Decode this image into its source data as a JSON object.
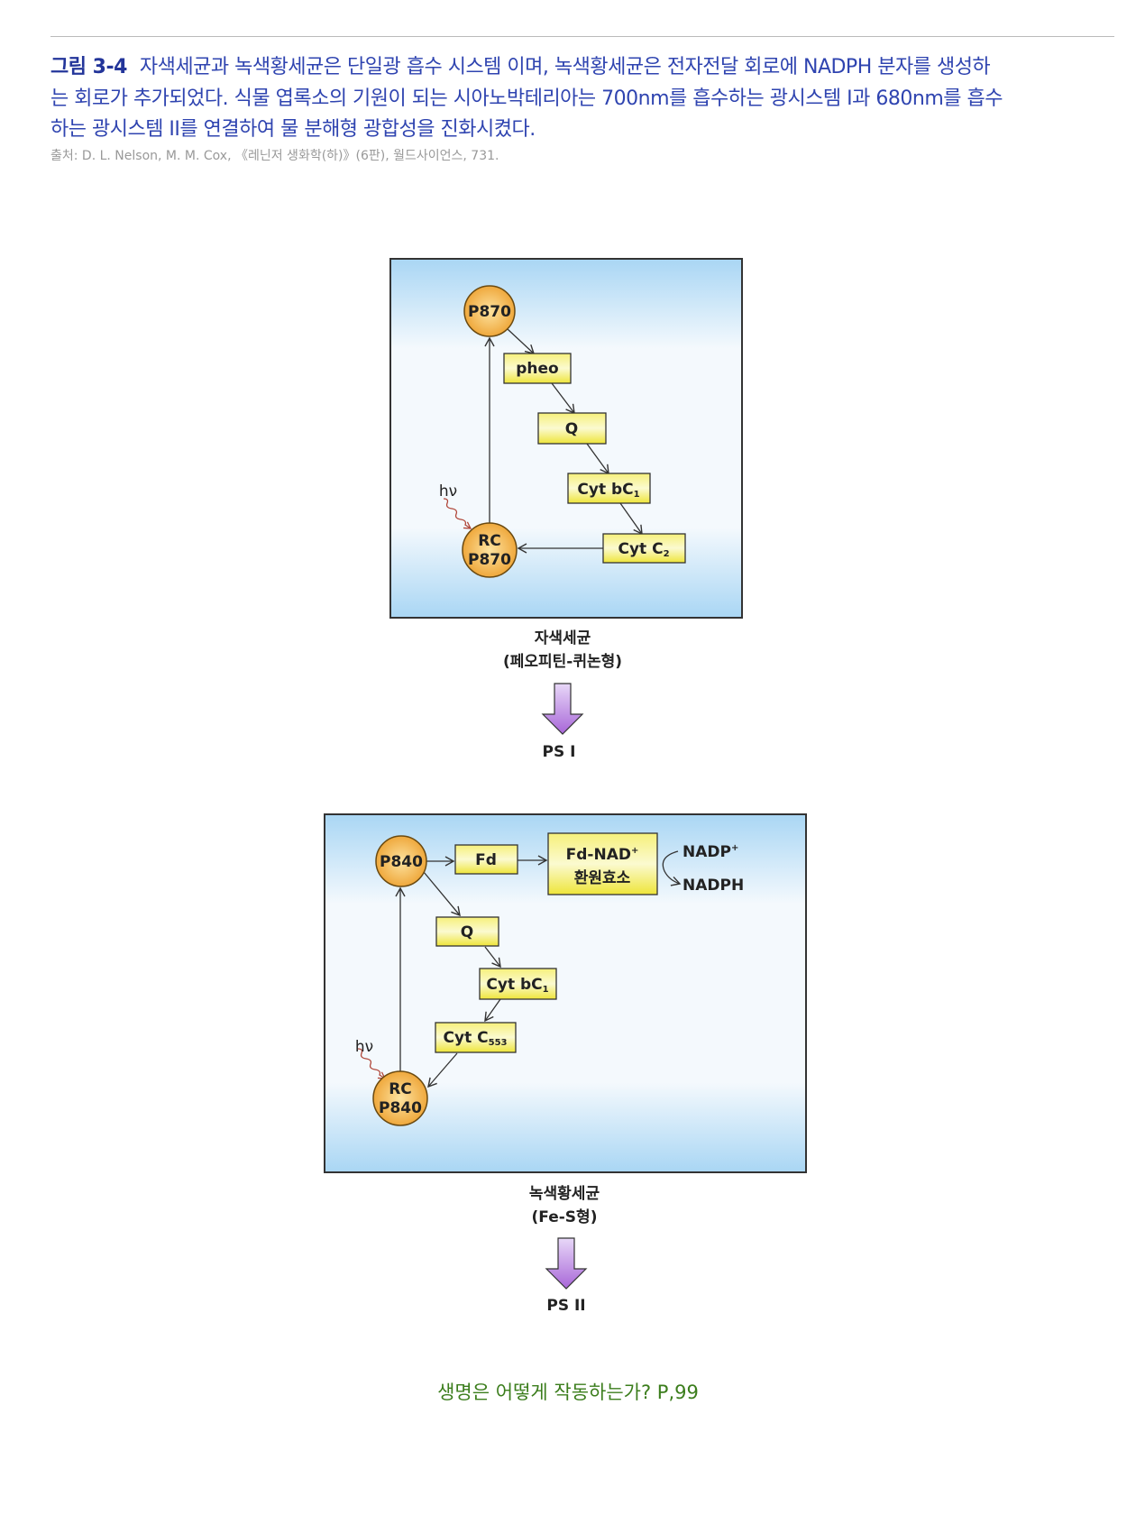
{
  "caption": {
    "figure_label": "그림 3-4",
    "line1": "자색세균과 녹색황세균은 단일광 흡수 시스템   이며, 녹색황세균은 전자전달 회로에 NADPH 분자를 생성하",
    "line2": "는 회로가 추가되었다. 식물 엽록소의 기원이 되는 시아노박테리아는 700nm를 흡수하는 광시스템 I과 680nm를 흡수",
    "line3": "하는 광시스템 II를 연결하여 물 분해형 광합성을 진화시켰다.",
    "source": "출처: D. L. Nelson, M. M. Cox, 《레닌저 생화학(하)》(6판), 월드사이언스, 731."
  },
  "diagram1": {
    "p870": "P870",
    "pheo": "pheo",
    "q": "Q",
    "cyt_bc1": "Cyt bC",
    "cyt_bc1_sub": "1",
    "cyt_c2": "Cyt C",
    "cyt_c2_sub": "2",
    "rc": "RC",
    "rc_p870": "P870",
    "hv": "hν",
    "title": "자색세균",
    "subtitle": "(페오피틴-퀴논형)",
    "arrow_label": "PS I"
  },
  "diagram2": {
    "p840": "P840",
    "fd": "Fd",
    "fd_nad": "Fd-NAD",
    "fd_nad_sup": "+",
    "reductase": "환원효소",
    "nadp": "NADP",
    "nadp_sup": "+",
    "nadph": "NADPH",
    "q": "Q",
    "cyt_bc1": "Cyt bC",
    "cyt_bc1_sub": "1",
    "cyt_c553": "Cyt C",
    "cyt_c553_sub": "553",
    "rc": "RC",
    "rc_p840": "P840",
    "hv": "hν",
    "title": "녹색황세균",
    "subtitle": "(Fe-S형)",
    "arrow_label": "PS II"
  },
  "footer": "생명은 어떻게 작동하는가? P,99",
  "colors": {
    "caption_blue": "#2f44b0",
    "box_yellow": "#f3ee5a",
    "circle_orange": "#f2b24a",
    "panel_blue": "#bfe0f6",
    "footer_green": "#3b7d1c",
    "arrow_purple": "#b07ad8"
  }
}
